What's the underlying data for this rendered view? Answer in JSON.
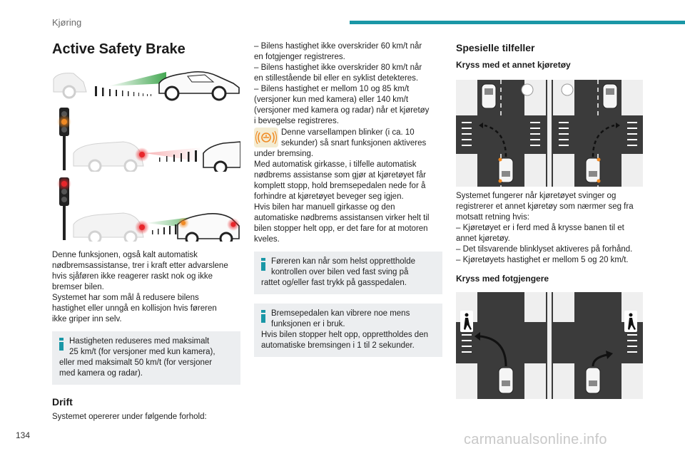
{
  "header": {
    "section": "Kjøring",
    "page_number": "134",
    "watermark": "carmanualsonline.info"
  },
  "col1": {
    "title": "Active Safety Brake",
    "intro_lines": [
      "Denne funksjonen, også kalt automatisk",
      "nødbremsassistanse, trer i kraft etter advarslene",
      "hvis sjåføren ikke reagerer raskt nok og ikke",
      "bremser bilen.",
      "Systemet har som mål å redusere bilens",
      "hastighet eller unngå en kollisjon hvis føreren",
      "ikke griper inn selv."
    ],
    "note_lines": [
      "Hastigheten reduseres med maksimalt",
      "25 km/t (for versjoner med kun kamera),",
      "eller med maksimalt 50 km/t (for versjoner",
      "med kamera og radar)."
    ],
    "drift_title": "Drift",
    "drift_text": "Systemet opererer under følgende forhold:"
  },
  "col2": {
    "lines_a": [
      "– Bilens hastighet ikke overskrider 60 km/t når",
      "en fotgjenger registreres.",
      "– Bilens hastighet ikke overskrider 80 km/t når",
      "en stillestående bil eller en syklist detekteres.",
      "– Bilens hastighet er mellom 10 og 85 km/t",
      "(versjoner kun med kamera) eller 140 km/t",
      "(versjoner med kamera og radar) når et kjøretøy",
      "i bevegelse registreres."
    ],
    "warn_lines": [
      "Denne varsellampen blinker (i ca. 10",
      "sekunder) så snart funksjonen aktiveres",
      "under bremsing."
    ],
    "lines_b": [
      "Med automatisk girkasse, i tilfelle automatisk",
      "nødbrems assistanse som gjør at kjøretøyet får",
      "komplett stopp, hold bremsepedalen nede for å",
      "forhindre at kjøretøyet beveger seg igjen.",
      "Hvis bilen har manuell girkasse og den",
      "automatiske nødbrems assistansen virker helt til",
      "bilen stopper helt opp, er det fare for at motoren",
      "kveles."
    ],
    "note1_lines": [
      "Føreren kan når som helst opprettholde",
      "kontrollen over bilen ved fast sving på",
      "rattet og/eller fast trykk på gasspedalen."
    ],
    "note2_lines": [
      "Bremsepedalen kan vibrere noe mens",
      "funksjonen er i bruk.",
      "Hvis bilen stopper helt opp, opprettholdes den",
      "automatiske bremsingen i 1 til 2 sekunder."
    ]
  },
  "col3": {
    "title": "Spesielle tilfeller",
    "sub1": "Kryss med et annet kjøretøy",
    "para_lines": [
      "Systemet fungerer når kjøretøyet svinger og",
      "registrerer et annet kjøretøy som nærmer seg fra",
      "motsatt retning hvis:",
      "– Kjøretøyet er i ferd med å krysse banen til et",
      "annet kjøretøy.",
      "– Det tilsvarende blinklyset aktiveres på forhånd.",
      "– Kjøretøyets hastighet er mellom 5 og 20 km/t."
    ],
    "sub2": "Kryss med fotgjengere"
  },
  "icons": {
    "info": "info-icon",
    "warning_lamp": "collision-warning-lamp-icon"
  },
  "colors": {
    "accent": "#1a97a6",
    "note_bg": "#eceef0",
    "alert_red": "#e8262b",
    "signal_orange": "#f08a24",
    "beam_green": "#2f9e3f"
  }
}
